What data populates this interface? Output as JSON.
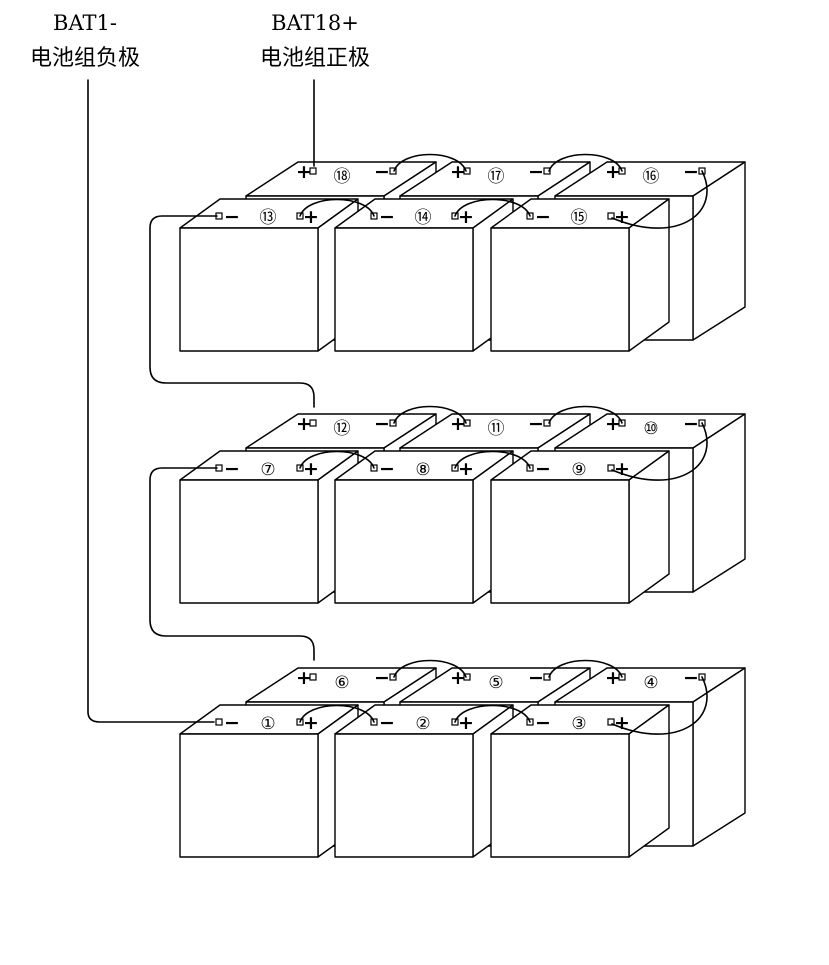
{
  "labels": {
    "neg_terminal_name": "BAT1-",
    "neg_terminal_desc": "电池组负极",
    "pos_terminal_name": "BAT18+",
    "pos_terminal_desc": "电池组正极"
  },
  "signs": {
    "plus": "+",
    "minus": "−"
  },
  "layers": [
    {
      "back": [
        {
          "num": "⑱",
          "left": "+",
          "right": "−"
        },
        {
          "num": "⑰",
          "left": "+",
          "right": "−"
        },
        {
          "num": "⑯",
          "left": "+",
          "right": "−"
        }
      ],
      "front": [
        {
          "num": "⑬",
          "left": "−",
          "right": "+"
        },
        {
          "num": "⑭",
          "left": "−",
          "right": "+"
        },
        {
          "num": "⑮",
          "left": "−",
          "right": "+"
        }
      ]
    },
    {
      "back": [
        {
          "num": "⑫",
          "left": "+",
          "right": "−"
        },
        {
          "num": "⑪",
          "left": "+",
          "right": "−"
        },
        {
          "num": "⑩",
          "left": "+",
          "right": "−"
        }
      ],
      "front": [
        {
          "num": "⑦",
          "left": "−",
          "right": "+"
        },
        {
          "num": "⑧",
          "left": "−",
          "right": "+"
        },
        {
          "num": "⑨",
          "left": "−",
          "right": "+"
        }
      ]
    },
    {
      "back": [
        {
          "num": "⑥",
          "left": "+",
          "right": "−"
        },
        {
          "num": "⑤",
          "left": "+",
          "right": "−"
        },
        {
          "num": "④",
          "left": "+",
          "right": "−"
        }
      ],
      "front": [
        {
          "num": "①",
          "left": "−",
          "right": "+"
        },
        {
          "num": "②",
          "left": "−",
          "right": "+"
        },
        {
          "num": "③",
          "left": "−",
          "right": "+"
        }
      ]
    }
  ]
}
